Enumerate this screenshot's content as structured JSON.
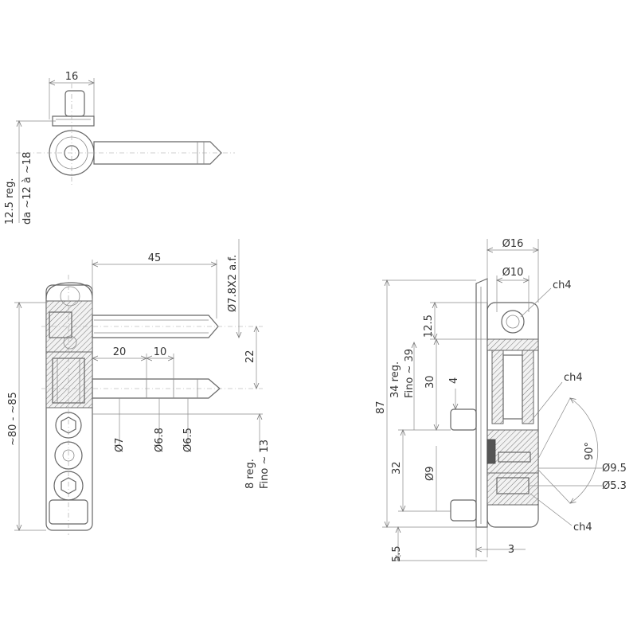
{
  "top_view": {
    "dim_width": "16",
    "dim_reg": "12.5 reg.",
    "dim_range": "da ~12 à ~18"
  },
  "left_view": {
    "dim_45": "45",
    "dim_pin_af": "Ø7.8X2 a.f.",
    "dim_20": "20",
    "dim_10": "10",
    "dim_22": "22",
    "dim_d7": "Ø7",
    "dim_d68": "Ø6.8",
    "dim_d65": "Ø6.5",
    "dim_reg8": "8 reg.",
    "dim_fino13": "Fino ~ 13",
    "dim_height": "~80 - ~85"
  },
  "right_view": {
    "dim_d16": "Ø16",
    "dim_d10": "Ø10",
    "ch4_top": "ch4",
    "dim_125": "12.5",
    "dim_34reg": "34 reg.",
    "dim_fino39": "Fino ~ 39",
    "dim_30": "30",
    "dim_4": "4",
    "dim_87": "87",
    "ch4_mid": "ch4",
    "angle_90": "90°",
    "dim_32": "32",
    "dim_d9": "Ø9",
    "dim_d95": "Ø9.5",
    "dim_d53": "Ø5.3",
    "ch4_bottom": "ch4",
    "dim_55": "5.5",
    "dim_3": "3"
  }
}
